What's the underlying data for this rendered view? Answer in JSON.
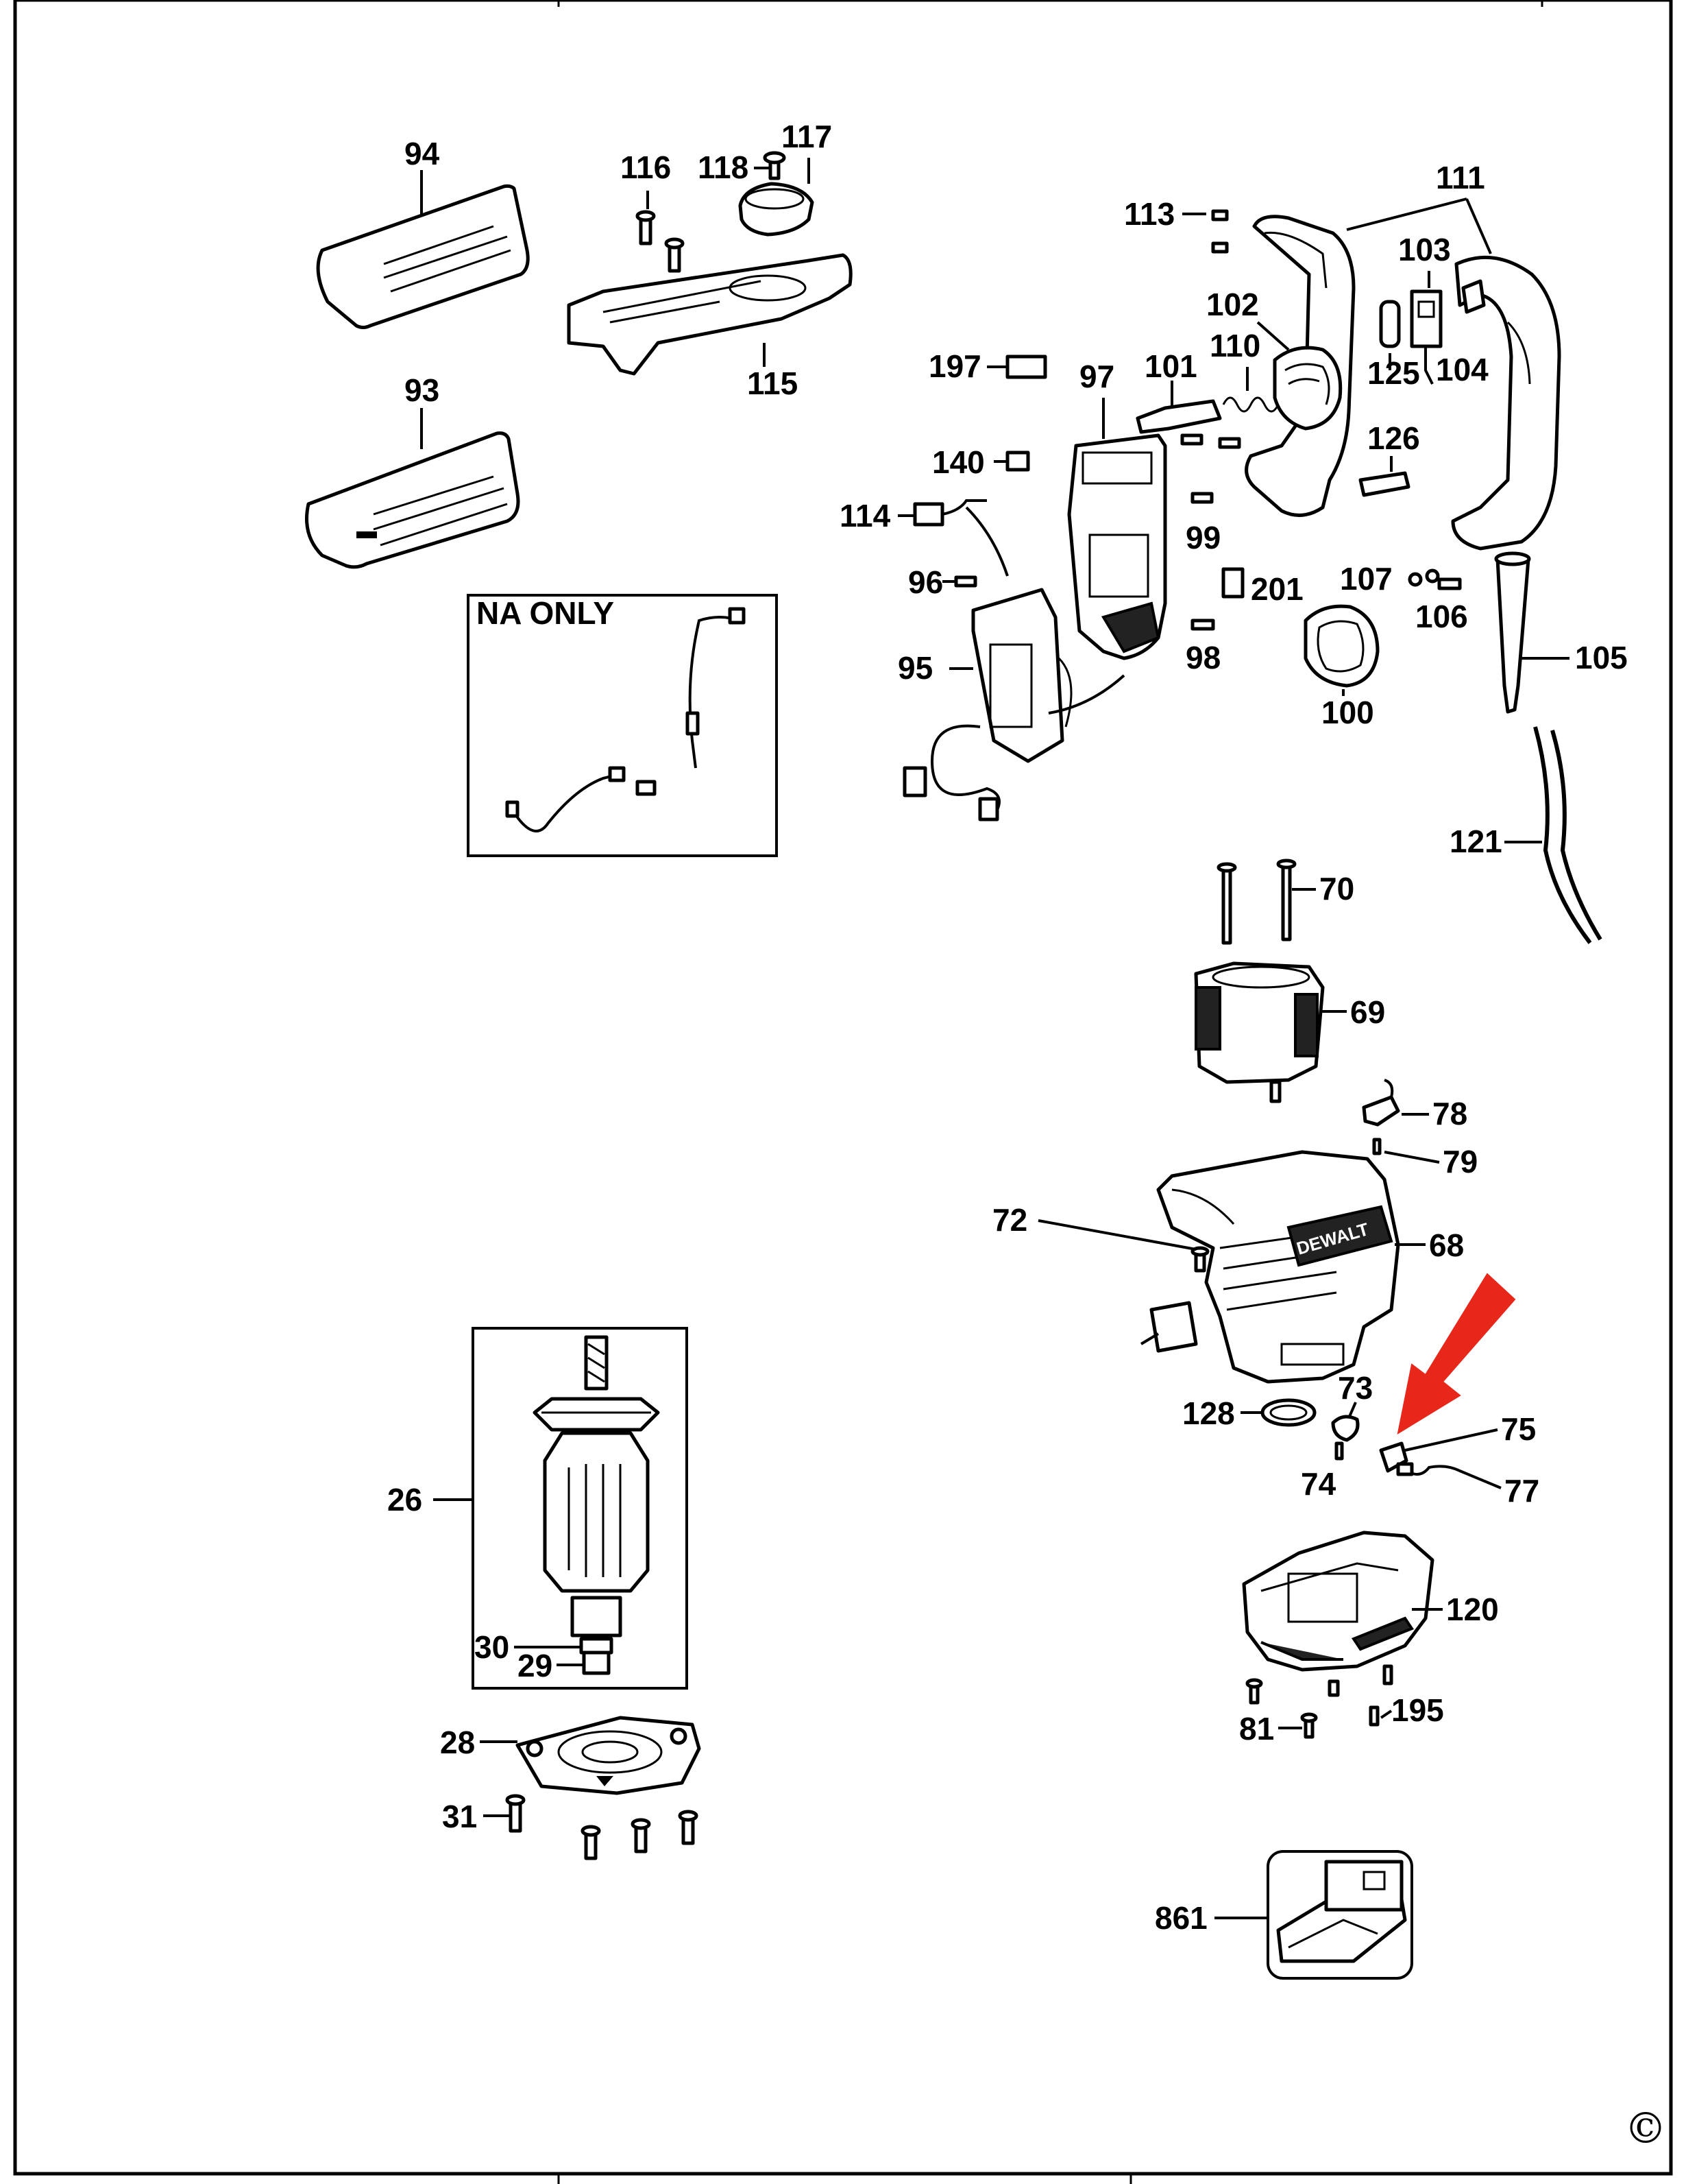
{
  "diagram": {
    "na_only_label": "NA ONLY",
    "brand_label": "DEWALT",
    "copyright_symbol": "©",
    "highlight_color": "#e8271b",
    "parts": {
      "p94": "94",
      "p93": "93",
      "p116": "116",
      "p118": "118",
      "p117": "117",
      "p115": "115",
      "p113": "113",
      "p111": "111",
      "p103": "103",
      "p102": "102",
      "p110": "110",
      "p101": "101",
      "p197": "197",
      "p97": "97",
      "p125": "125",
      "p104": "104",
      "p126": "126",
      "p140": "140",
      "p114": "114",
      "p99": "99",
      "p96": "96",
      "p107": "107",
      "p201": "201",
      "p106": "106",
      "p95": "95",
      "p98": "98",
      "p100": "100",
      "p105": "105",
      "p121": "121",
      "p70": "70",
      "p69": "69",
      "p78": "78",
      "p79": "79",
      "p72": "72",
      "p68": "68",
      "p73": "73",
      "p128": "128",
      "p75": "75",
      "p74": "74",
      "p77": "77",
      "p26": "26",
      "p30": "30",
      "p29": "29",
      "p120": "120",
      "p28": "28",
      "p195": "195",
      "p81": "81",
      "p31": "31",
      "p861": "861"
    }
  }
}
